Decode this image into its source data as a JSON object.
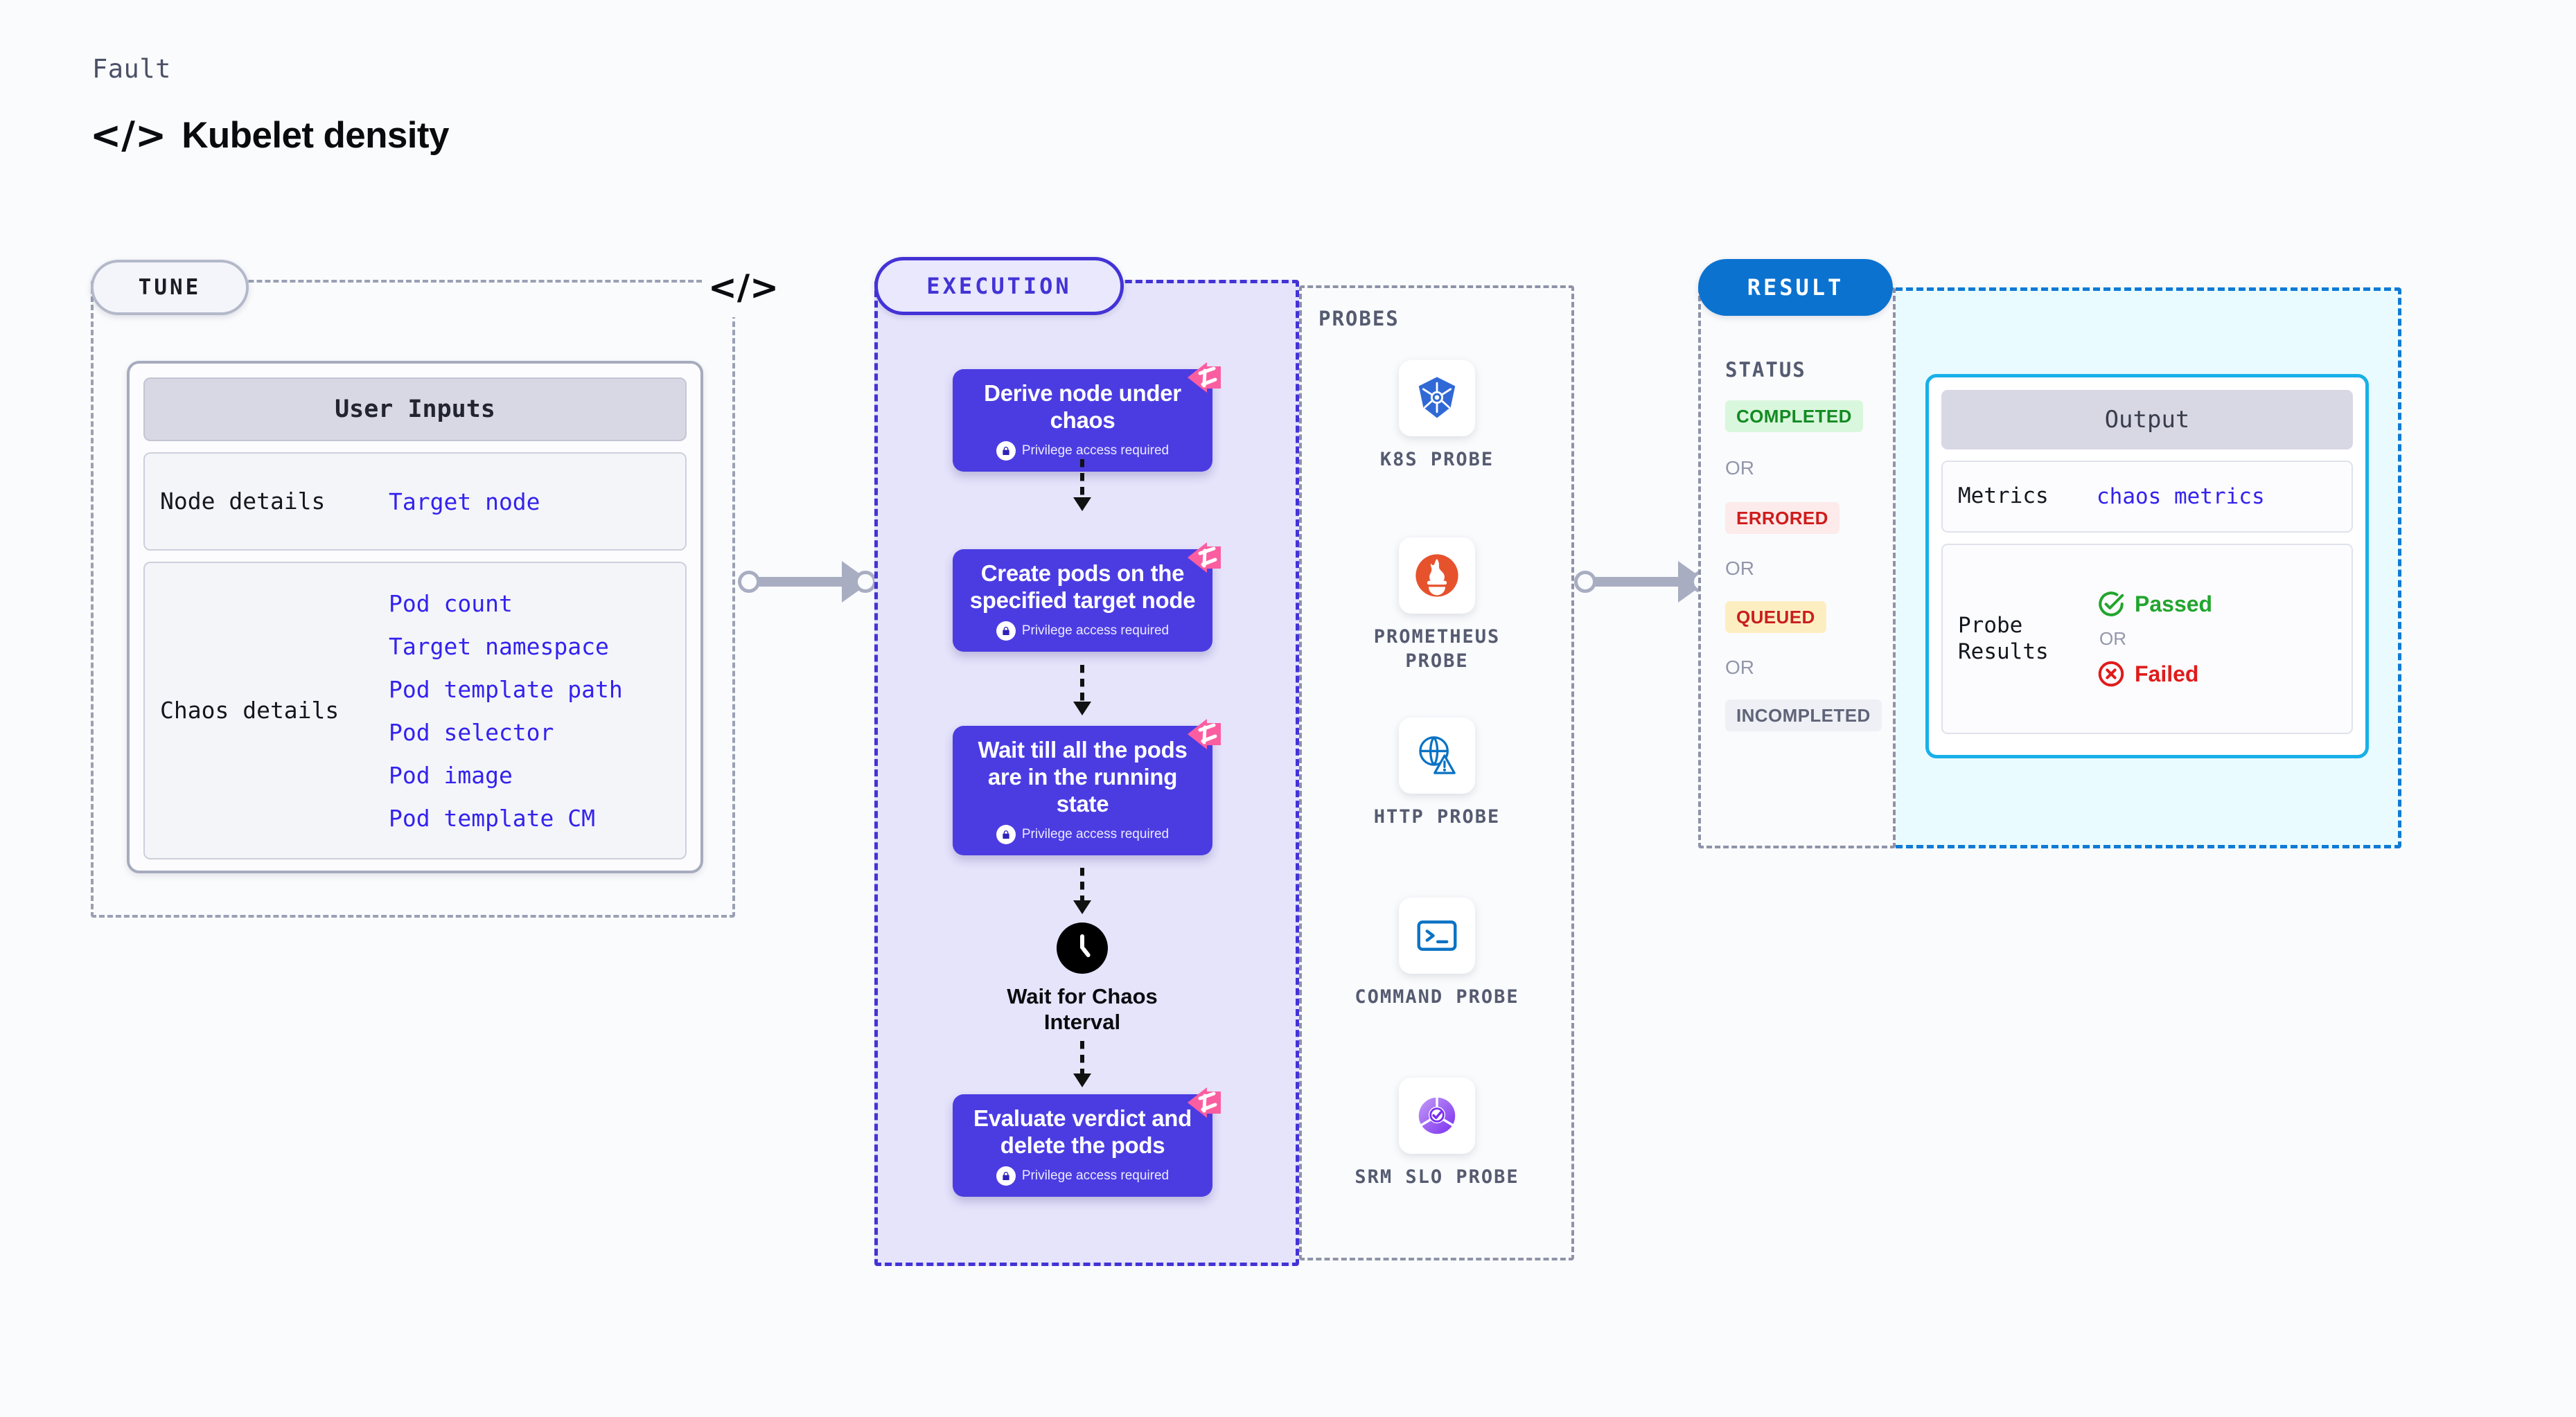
{
  "header": {
    "kicker": "Fault",
    "title": "Kubelet density",
    "icon": "code-icon",
    "icon_glyph": "</>"
  },
  "tune": {
    "pill_label": "TUNE",
    "border_icon": "code-icon",
    "card_title": "User Inputs",
    "rows": [
      {
        "label": "Node details",
        "values": [
          "Target node"
        ]
      },
      {
        "label": "Chaos details",
        "values": [
          "Pod count",
          "Target namespace",
          "Pod template path",
          "Pod selector",
          "Pod image",
          "Pod template CM"
        ]
      }
    ]
  },
  "execution": {
    "pill_label": "EXECUTION",
    "steps": [
      {
        "title": "Derive node under chaos",
        "sub": "Privilege access required"
      },
      {
        "title": "Create pods on the specified target node",
        "sub": "Privilege access required"
      },
      {
        "title": "Wait till all the pods are in the running state",
        "sub": "Privilege access required"
      },
      {
        "title": "Evaluate verdict and delete the pods",
        "sub": "Privilege access required"
      }
    ],
    "wait_node": {
      "label": "Wait for Chaos Interval",
      "icon": "clock-icon"
    }
  },
  "probes": {
    "title": "PROBES",
    "items": [
      {
        "label": "K8S PROBE",
        "icon": "kubernetes-icon"
      },
      {
        "label": "PROMETHEUS PROBE",
        "icon": "prometheus-icon"
      },
      {
        "label": "HTTP PROBE",
        "icon": "globe-warning-icon"
      },
      {
        "label": "COMMAND PROBE",
        "icon": "terminal-icon"
      },
      {
        "label": "SRM SLO PROBE",
        "icon": "slo-donut-icon"
      }
    ]
  },
  "result": {
    "pill_label": "RESULT",
    "status_title": "STATUS",
    "or_label": "OR",
    "statuses": [
      {
        "label": "COMPLETED",
        "bg": "#d9f7dd",
        "fg": "#138a22"
      },
      {
        "label": "ERRORED",
        "bg": "#fdeaea",
        "fg": "#cf1b1b"
      },
      {
        "label": "QUEUED",
        "bg": "#fdeec2",
        "fg": "#c81f1f"
      },
      {
        "label": "INCOMPLETED",
        "bg": "#eef0f5",
        "fg": "#5f6478"
      }
    ],
    "output": {
      "title": "Output",
      "metrics_label": "Metrics",
      "metrics_value": "chaos metrics",
      "probe_label": "Probe Results",
      "passed": "Passed",
      "failed": "Failed",
      "or_label": "OR"
    }
  },
  "colors": {
    "indigo": "#4b3ce2",
    "indigo_border": "#4333d6",
    "blue_result": "#0b72d0",
    "cyan_border": "#18b0e8",
    "link_blue": "#3322ee",
    "pink": "#fb5ea0"
  }
}
